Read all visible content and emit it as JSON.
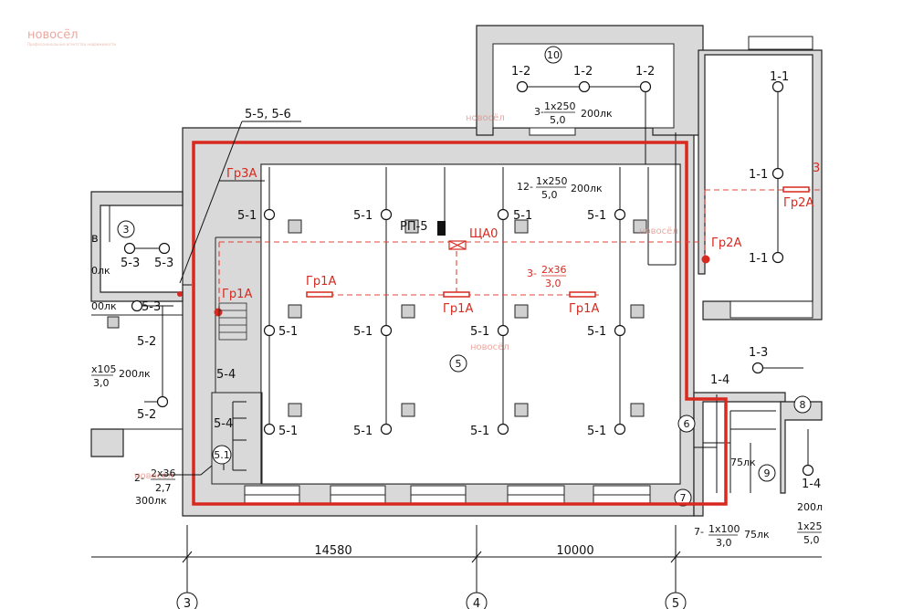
{
  "watermark": {
    "brand": "новосёл",
    "tagline": "Профессиональные агентства недвижимости"
  },
  "dimensions": {
    "d1": "14580",
    "d2": "10000"
  },
  "axes": {
    "a3": "3",
    "a4": "4",
    "a5": "5"
  },
  "rooms": {
    "r3": "3",
    "r5": "5",
    "r6": "6",
    "r7": "7",
    "r8": "8",
    "r9": "9",
    "r10": "10",
    "r51": "5.1"
  },
  "labels": {
    "l_55_56": "5-5, 5-6",
    "l12": "12-",
    "l12_num": "1x250",
    "l12_den": "5,0",
    "l12_lux": "200лк",
    "l3_r10": "3-",
    "l3_r10_num": "1x250",
    "l3_r10_den": "5,0",
    "l3_r10_lux": "200лк",
    "rp5": "РП-5",
    "sha0": "ЩА0",
    "gr1a": "Гр1А",
    "gr2a": "Гр2А",
    "gr3a": "Гр3А",
    "l3_main": "3-",
    "l3_main_num": "2x36",
    "l3_main_den": "3,0",
    "f51": "5-1",
    "f54": "5-4",
    "f53": "5-3",
    "f52": "5-2",
    "f12": "1-2",
    "f11": "1-1",
    "f13": "1-3",
    "f14": "1-4",
    "l2_left": "2-",
    "l2_left_num": "2x36",
    "l2_left_den": "2,7",
    "l2_left_lux": "300лк",
    "l_x105_num": "x105",
    "l_x105_den": "3,0",
    "l_x105_lux": "200лк",
    "l_100lk": "00лк",
    "l_0lk": "0лк",
    "l_b": "в",
    "l7": "7-",
    "l7_num": "1x100",
    "l7_den": "3,0",
    "l7_lux": "75лк",
    "l_75lk": "75лк",
    "l_1x25": "1x25",
    "l_1x25_den": "5,0",
    "l_200lk": "200л",
    "l_3": "3",
    "l_14b": "1-4"
  }
}
